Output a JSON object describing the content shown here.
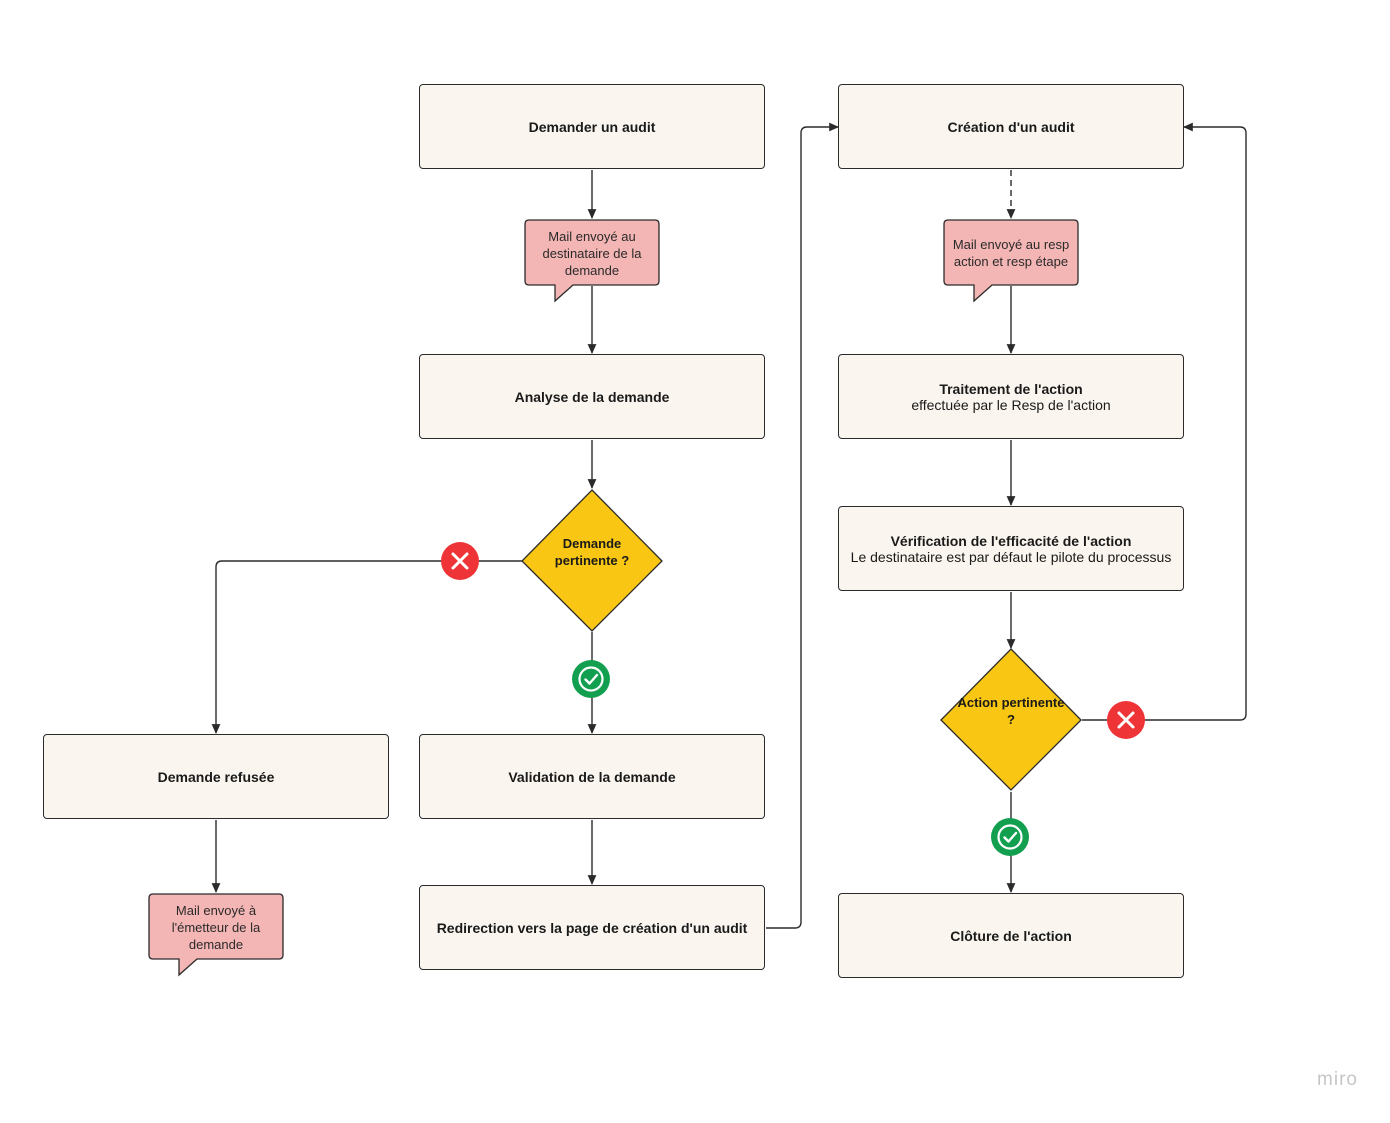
{
  "nodes": {
    "demander_audit": "Demander un audit",
    "analyse_demande": "Analyse de la demande",
    "validation_demande": "Validation de la demande",
    "redirection": "Redirection vers la page de création d'un audit",
    "demande_refusee": "Demande refusée",
    "creation_audit": "Création d'un audit",
    "traitement_action": {
      "title": "Traitement de l'action",
      "subtitle": "effectuée par le Resp de l'action"
    },
    "verification_efficacite": {
      "title": "Vérification de l'efficacité de l'action",
      "subtitle": "Le destinataire est par défaut le pilote du processus"
    },
    "cloture_action": "Clôture de l'action"
  },
  "decisions": {
    "demande_pertinente": "Demande pertinente ?",
    "action_pertinente": "Action pertinente ?"
  },
  "notes": {
    "mail_destinataire": "Mail envoyé au destinataire de la demande",
    "mail_resp": "Mail envoyé au resp action et resp étape",
    "mail_emetteur": "Mail envoyé à l'émetteur de la demande"
  },
  "watermark": "miro",
  "colors": {
    "box_fill": "#faf6ef",
    "diamond_fill": "#f8c613",
    "bubble_fill": "#f4b6b4",
    "reject_red": "#ef3437",
    "accept_green": "#12a050"
  },
  "icons": {
    "reject": "x-circle-icon",
    "accept": "check-circle-icon"
  }
}
